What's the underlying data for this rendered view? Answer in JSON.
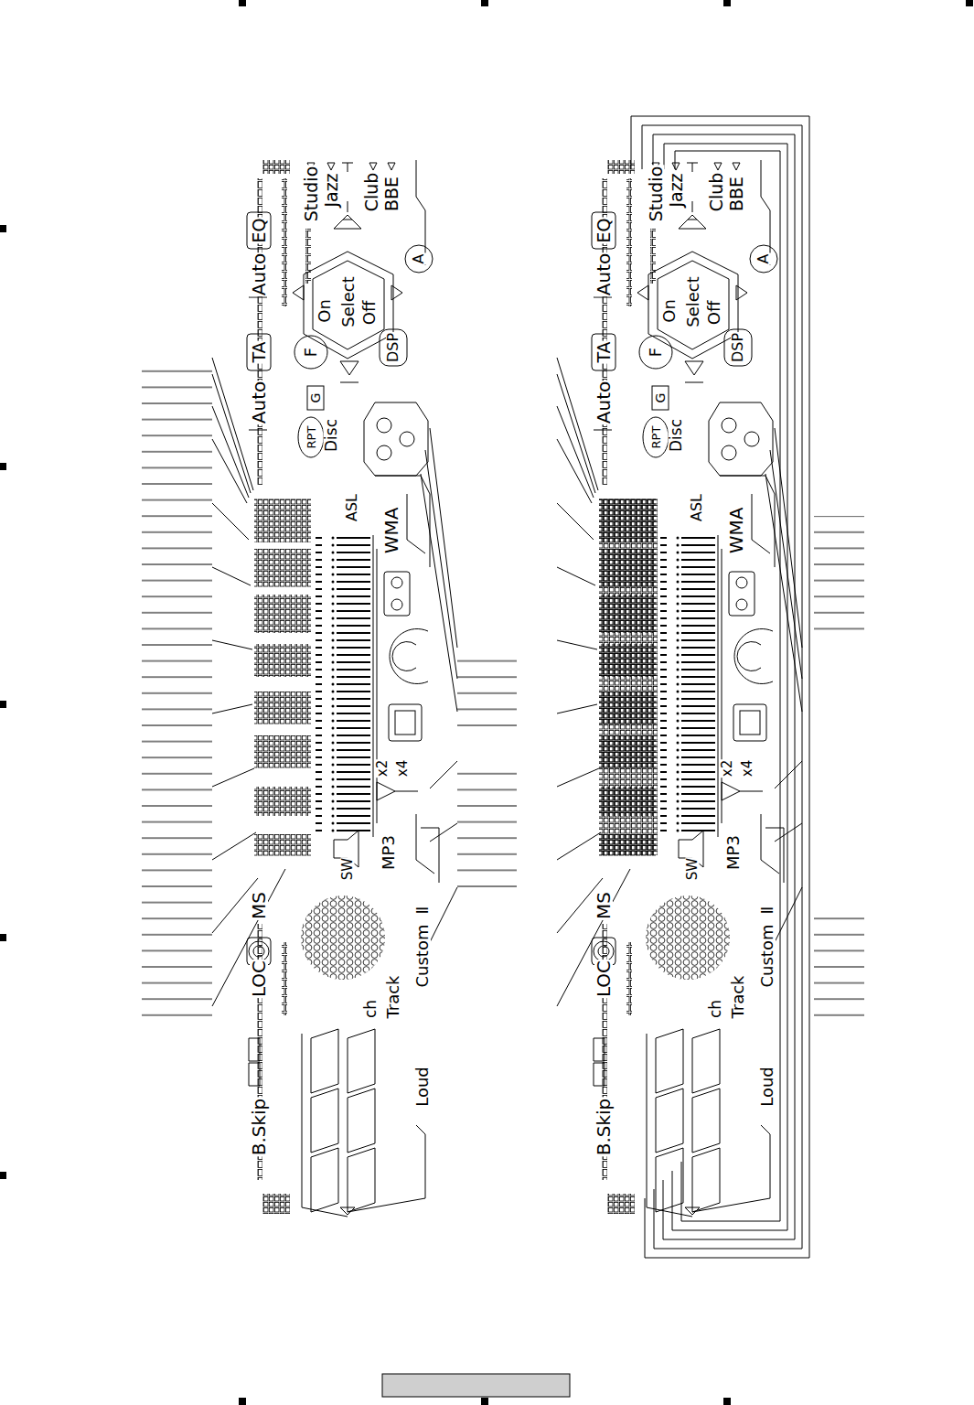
{
  "diagram": {
    "labels": [
      "Auto",
      "EQ",
      "Studio",
      "Jazz",
      "Club",
      "BBE",
      "Auto",
      "TA",
      "On",
      "Select",
      "Off",
      "F",
      "A",
      "DSP",
      "G",
      "RPT",
      "Disc",
      "ASL",
      "WMA",
      "x2",
      "x4",
      "MP3",
      "SW",
      "MS",
      "LOC",
      "Custom",
      "Ⅱ",
      "ch",
      "Track",
      "Loud",
      "B.Skip",
      "Auto",
      "EQ",
      "Studio",
      "Jazz",
      "Club",
      "BBE",
      "Auto",
      "TA",
      "On",
      "Select",
      "Off",
      "F",
      "A",
      "DSP",
      "G",
      "RPT",
      "Disc",
      "ASL",
      "WMA",
      "x2",
      "x4",
      "MP3",
      "SW",
      "MS",
      "LOC",
      "Custom",
      "Ⅱ",
      "ch",
      "Track",
      "Loud",
      "B.Skip"
    ]
  }
}
